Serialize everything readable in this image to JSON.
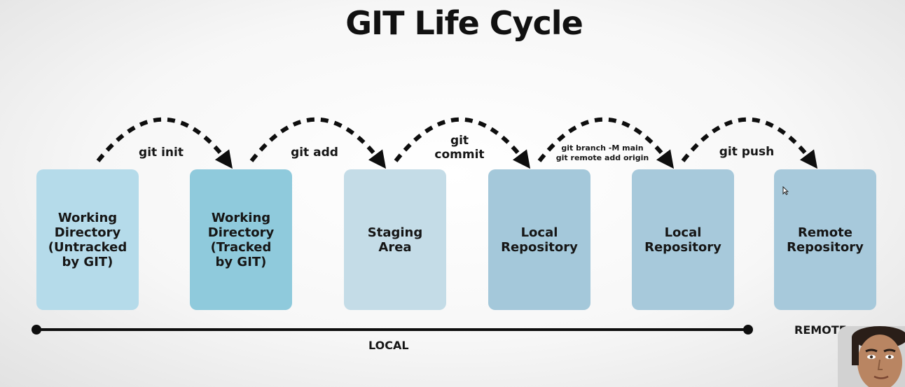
{
  "title": "GIT Life Cycle",
  "stages": [
    {
      "label": "Working\nDirectory\n(Untracked\nby GIT)",
      "color": "#b5dbea"
    },
    {
      "label": "Working\nDirectory\n(Tracked\nby GIT)",
      "color": "#8fcadc"
    },
    {
      "label": "Staging\nArea",
      "color": "#c4dce7"
    },
    {
      "label": "Local\nRepository",
      "color": "#a4c8da"
    },
    {
      "label": "Local\nRepository",
      "color": "#a7c9db"
    },
    {
      "label": "Remote\nRepository",
      "color": "#a7c9db"
    }
  ],
  "transitions": [
    {
      "label": "git init"
    },
    {
      "label": "git add"
    },
    {
      "label": "git\ncommit"
    },
    {
      "label": "git branch -M main\ngit remote add origin"
    },
    {
      "label": "git push"
    }
  ],
  "scopes": {
    "local": "LOCAL",
    "remote": "REMOTE"
  },
  "icons": {
    "cursor": "mouse-cursor-icon",
    "arrow": "dashed-curved-arrow-icon"
  }
}
